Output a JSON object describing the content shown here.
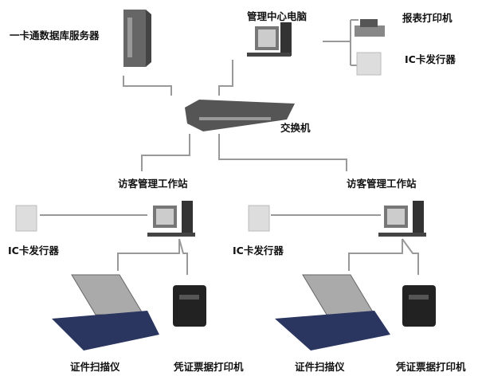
{
  "labels": {
    "server": "一卡通数据库服务器",
    "center_pc": "管理中心电脑",
    "report_printer": "报表打印机",
    "ic_top": "IC卡发行器",
    "switch": "交换机",
    "ws_left": "访客管理工作站",
    "ws_right": "访客管理工作站",
    "ic_left": "IC卡发行器",
    "ic_right": "IC卡发行器",
    "scanner_left": "证件扫描仪",
    "scanner_right": "证件扫描仪",
    "ticket_printer_left": "凭证票据打印机",
    "ticket_printer_right": "凭证票据打印机"
  }
}
